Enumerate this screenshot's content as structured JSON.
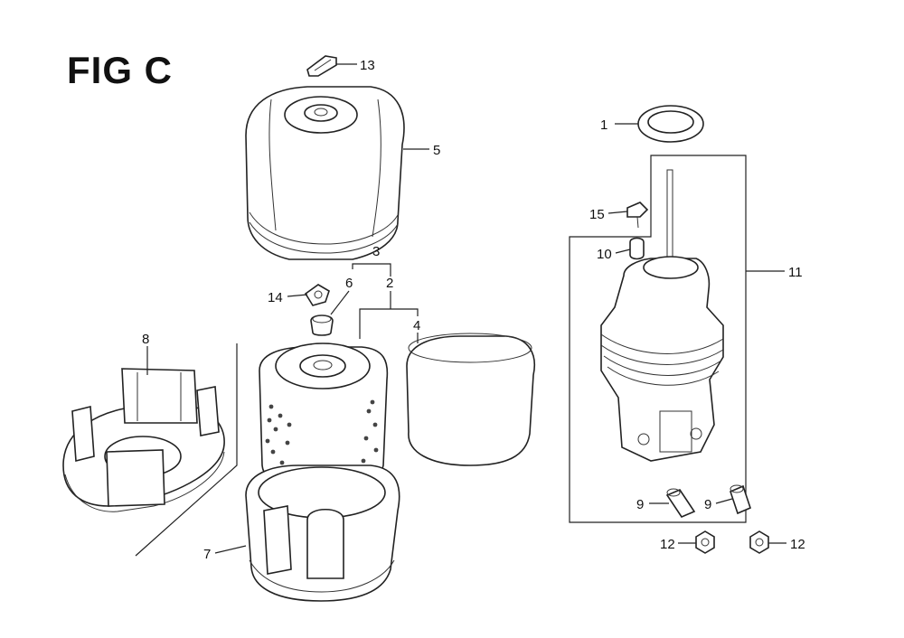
{
  "figure": {
    "title": "FIG C"
  },
  "callouts": {
    "c1": "1",
    "c2": "2",
    "c3": "3",
    "c4": "4",
    "c5": "5",
    "c6": "6",
    "c7": "7",
    "c8": "8",
    "c9a": "9",
    "c9b": "9",
    "c10": "10",
    "c11": "11",
    "c12a": "12",
    "c12b": "12",
    "c13": "13",
    "c14": "14",
    "c15": "15"
  }
}
